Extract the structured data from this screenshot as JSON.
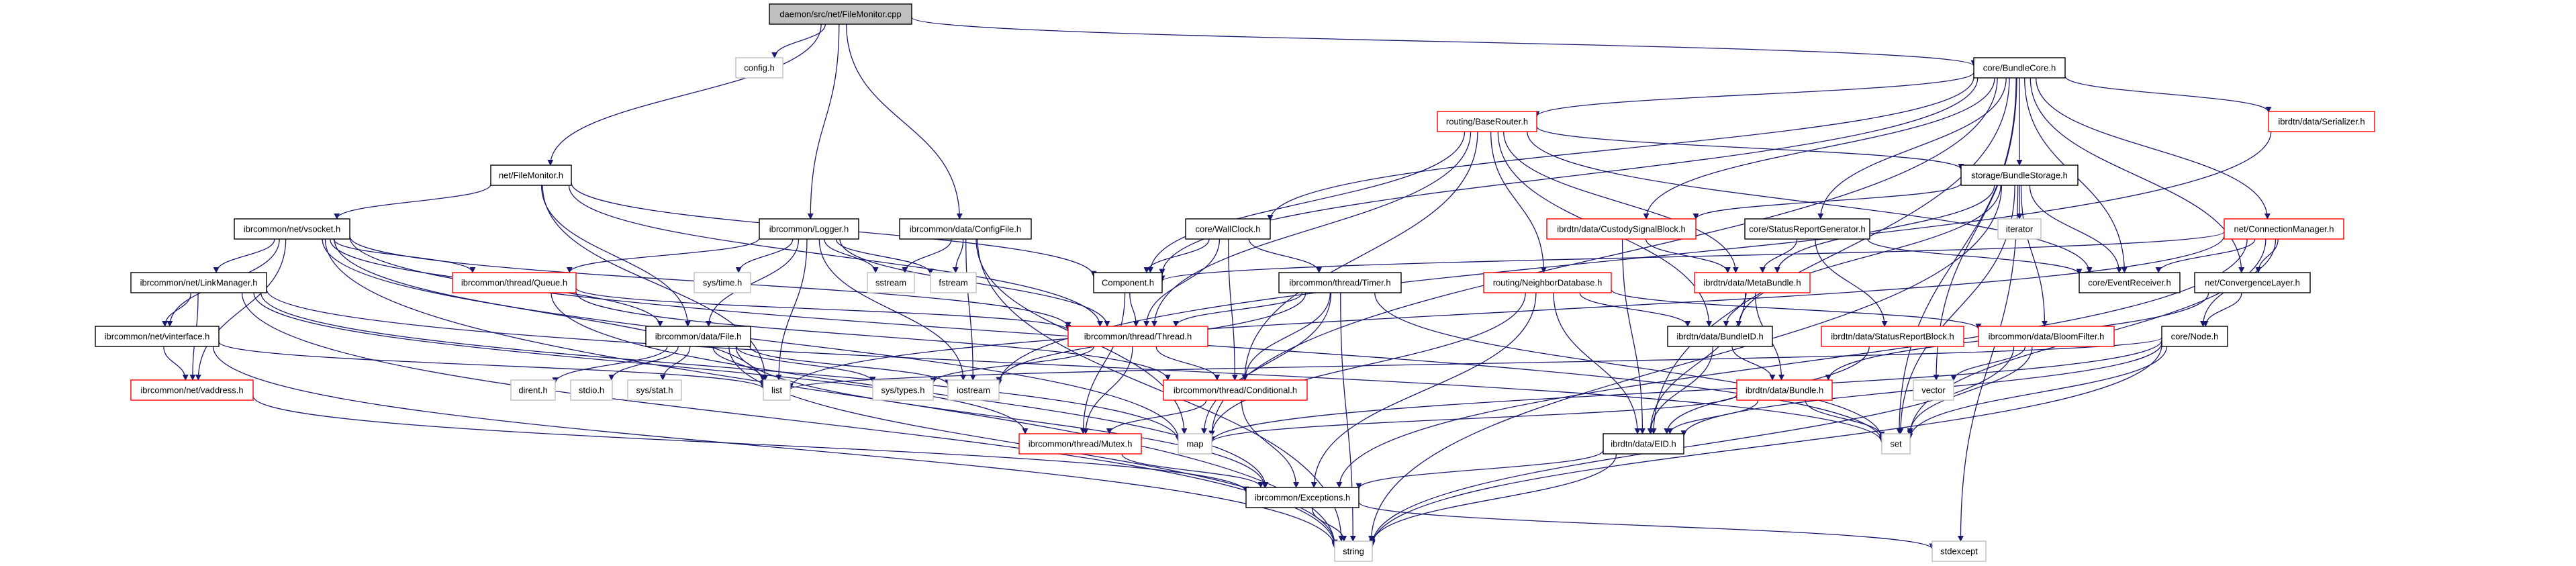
{
  "graph": {
    "title": "daemon/src/net/FileMonitor.cpp",
    "kind": "include-dependency-graph",
    "colors": {
      "edge": "#191970",
      "root_fill": "#bfbfbf",
      "root_border": "#000000",
      "documented_border": "#000000",
      "truncated_border": "#ff0000",
      "system_border": "#bfbfbf",
      "node_fill": "#ffffff"
    },
    "nodes": [
      {
        "id": "root",
        "label": "daemon/src/net/FileMonitor.cpp",
        "type": "root"
      },
      {
        "id": "config",
        "label": "config.h",
        "type": "system"
      },
      {
        "id": "filemonitor_h",
        "label": "net/FileMonitor.h",
        "type": "documented"
      },
      {
        "id": "vsocket",
        "label": "ibrcommon/net/vsocket.h",
        "type": "documented"
      },
      {
        "id": "linkmanager",
        "label": "ibrcommon/net/LinkManager.h",
        "type": "documented"
      },
      {
        "id": "vinterface",
        "label": "ibrcommon/net/vinterface.h",
        "type": "documented"
      },
      {
        "id": "vaddress",
        "label": "ibrcommon/net/vaddress.h",
        "type": "truncated"
      },
      {
        "id": "queue",
        "label": "ibrcommon/thread/Queue.h",
        "type": "truncated"
      },
      {
        "id": "logger",
        "label": "ibrcommon/Logger.h",
        "type": "documented"
      },
      {
        "id": "configfile",
        "label": "ibrcommon/data/ConfigFile.h",
        "type": "documented"
      },
      {
        "id": "systime",
        "label": "sys/time.h",
        "type": "system"
      },
      {
        "id": "sstream",
        "label": "sstream",
        "type": "system"
      },
      {
        "id": "fstream",
        "label": "fstream",
        "type": "system"
      },
      {
        "id": "file",
        "label": "ibrcommon/data/File.h",
        "type": "documented"
      },
      {
        "id": "dirent",
        "label": "dirent.h",
        "type": "system"
      },
      {
        "id": "stdio",
        "label": "stdio.h",
        "type": "system"
      },
      {
        "id": "sysstat",
        "label": "sys/stat.h",
        "type": "system"
      },
      {
        "id": "list",
        "label": "list",
        "type": "system"
      },
      {
        "id": "systypes",
        "label": "sys/types.h",
        "type": "system"
      },
      {
        "id": "iostream",
        "label": "iostream",
        "type": "system"
      },
      {
        "id": "component",
        "label": "Component.h",
        "type": "documented"
      },
      {
        "id": "thread",
        "label": "ibrcommon/thread/Thread.h",
        "type": "truncated"
      },
      {
        "id": "conditional",
        "label": "ibrcommon/thread/Conditional.h",
        "type": "truncated"
      },
      {
        "id": "mutex",
        "label": "ibrcommon/thread/Mutex.h",
        "type": "truncated"
      },
      {
        "id": "map",
        "label": "map",
        "type": "system"
      },
      {
        "id": "exceptions",
        "label": "ibrcommon/Exceptions.h",
        "type": "documented"
      },
      {
        "id": "string",
        "label": "string",
        "type": "system"
      },
      {
        "id": "wallclock",
        "label": "core/WallClock.h",
        "type": "documented"
      },
      {
        "id": "timer",
        "label": "ibrcommon/thread/Timer.h",
        "type": "documented"
      },
      {
        "id": "baserouter",
        "label": "routing/BaseRouter.h",
        "type": "truncated"
      },
      {
        "id": "neighbordb",
        "label": "routing/NeighborDatabase.h",
        "type": "truncated"
      },
      {
        "id": "custody",
        "label": "ibrdtn/data/CustodySignalBlock.h",
        "type": "truncated"
      },
      {
        "id": "bundlecore",
        "label": "core/BundleCore.h",
        "type": "documented"
      },
      {
        "id": "bundlestorage",
        "label": "storage/BundleStorage.h",
        "type": "documented"
      },
      {
        "id": "serializer",
        "label": "ibrdtn/data/Serializer.h",
        "type": "truncated"
      },
      {
        "id": "connmanager",
        "label": "net/ConnectionManager.h",
        "type": "truncated"
      },
      {
        "id": "statusgen",
        "label": "core/StatusReportGenerator.h",
        "type": "documented"
      },
      {
        "id": "iterator",
        "label": "iterator",
        "type": "system"
      },
      {
        "id": "metabundle",
        "label": "ibrdtn/data/MetaBundle.h",
        "type": "truncated"
      },
      {
        "id": "eventreceiver",
        "label": "core/EventReceiver.h",
        "type": "documented"
      },
      {
        "id": "convergence",
        "label": "net/ConvergenceLayer.h",
        "type": "documented"
      },
      {
        "id": "bundleid",
        "label": "ibrdtn/data/BundleID.h",
        "type": "documented"
      },
      {
        "id": "statusblock",
        "label": "ibrdtn/data/StatusReportBlock.h",
        "type": "truncated"
      },
      {
        "id": "bloomfilter",
        "label": "ibrcommon/data/BloomFilter.h",
        "type": "truncated"
      },
      {
        "id": "node",
        "label": "core/Node.h",
        "type": "documented"
      },
      {
        "id": "bundle",
        "label": "ibrdtn/data/Bundle.h",
        "type": "truncated"
      },
      {
        "id": "vector",
        "label": "vector",
        "type": "system"
      },
      {
        "id": "eid",
        "label": "ibrdtn/data/EID.h",
        "type": "documented"
      },
      {
        "id": "set",
        "label": "set",
        "type": "system"
      },
      {
        "id": "stdexcept",
        "label": "stdexcept",
        "type": "system"
      }
    ],
    "edges": [
      [
        "root",
        "config"
      ],
      [
        "root",
        "filemonitor_h"
      ],
      [
        "root",
        "logger"
      ],
      [
        "root",
        "configfile"
      ],
      [
        "root",
        "bundlecore"
      ],
      [
        "filemonitor_h",
        "vsocket"
      ],
      [
        "filemonitor_h",
        "file"
      ],
      [
        "filemonitor_h",
        "thread"
      ],
      [
        "filemonitor_h",
        "component"
      ],
      [
        "filemonitor_h",
        "list"
      ],
      [
        "vsocket",
        "linkmanager"
      ],
      [
        "vsocket",
        "vinterface"
      ],
      [
        "vsocket",
        "vaddress"
      ],
      [
        "vsocket",
        "queue"
      ],
      [
        "vsocket",
        "file"
      ],
      [
        "vsocket",
        "thread"
      ],
      [
        "vsocket",
        "list"
      ],
      [
        "vsocket",
        "map"
      ],
      [
        "vsocket",
        "string"
      ],
      [
        "vsocket",
        "set"
      ],
      [
        "linkmanager",
        "vinterface"
      ],
      [
        "linkmanager",
        "vaddress"
      ],
      [
        "linkmanager",
        "map"
      ],
      [
        "linkmanager",
        "mutex"
      ],
      [
        "linkmanager",
        "set"
      ],
      [
        "linkmanager",
        "string"
      ],
      [
        "vinterface",
        "vaddress"
      ],
      [
        "vinterface",
        "list"
      ],
      [
        "vinterface",
        "string"
      ],
      [
        "vaddress",
        "exceptions"
      ],
      [
        "queue",
        "thread"
      ],
      [
        "queue",
        "conditional"
      ],
      [
        "queue",
        "exceptions"
      ],
      [
        "logger",
        "systime"
      ],
      [
        "logger",
        "sstream"
      ],
      [
        "logger",
        "fstream"
      ],
      [
        "logger",
        "file"
      ],
      [
        "logger",
        "list"
      ],
      [
        "logger",
        "iostream"
      ],
      [
        "logger",
        "queue"
      ],
      [
        "logger",
        "thread"
      ],
      [
        "configfile",
        "sstream"
      ],
      [
        "configfile",
        "fstream"
      ],
      [
        "configfile",
        "iostream"
      ],
      [
        "configfile",
        "map"
      ],
      [
        "configfile",
        "string"
      ],
      [
        "file",
        "dirent"
      ],
      [
        "file",
        "stdio"
      ],
      [
        "file",
        "sysstat"
      ],
      [
        "file",
        "list"
      ],
      [
        "file",
        "systypes"
      ],
      [
        "file",
        "iostream"
      ],
      [
        "file",
        "exceptions"
      ],
      [
        "file",
        "string"
      ],
      [
        "component",
        "thread"
      ],
      [
        "component",
        "mutex"
      ],
      [
        "thread",
        "conditional"
      ],
      [
        "thread",
        "mutex"
      ],
      [
        "thread",
        "systypes"
      ],
      [
        "conditional",
        "mutex"
      ],
      [
        "conditional",
        "exceptions"
      ],
      [
        "mutex",
        "exceptions"
      ],
      [
        "exceptions",
        "string"
      ],
      [
        "exceptions",
        "stdexcept"
      ],
      [
        "wallclock",
        "component"
      ],
      [
        "wallclock",
        "timer"
      ],
      [
        "wallclock",
        "thread"
      ],
      [
        "wallclock",
        "conditional"
      ],
      [
        "timer",
        "thread"
      ],
      [
        "timer",
        "conditional"
      ],
      [
        "timer",
        "map"
      ],
      [
        "timer",
        "string"
      ],
      [
        "timer",
        "iostream"
      ],
      [
        "timer",
        "set"
      ],
      [
        "baserouter",
        "component"
      ],
      [
        "baserouter",
        "thread"
      ],
      [
        "baserouter",
        "neighbordb"
      ],
      [
        "baserouter",
        "bundlestorage"
      ],
      [
        "baserouter",
        "metabundle"
      ],
      [
        "baserouter",
        "bundleid"
      ],
      [
        "baserouter",
        "eventreceiver"
      ],
      [
        "baserouter",
        "conditional"
      ],
      [
        "neighbordb",
        "bundleid"
      ],
      [
        "neighbordb",
        "bloomfilter"
      ],
      [
        "neighbordb",
        "eid"
      ],
      [
        "neighbordb",
        "map"
      ],
      [
        "neighbordb",
        "exceptions"
      ],
      [
        "custody",
        "metabundle"
      ],
      [
        "custody",
        "eid"
      ],
      [
        "bundlecore",
        "baserouter"
      ],
      [
        "bundlecore",
        "wallclock"
      ],
      [
        "bundlecore",
        "component"
      ],
      [
        "bundlecore",
        "bundlestorage"
      ],
      [
        "bundlecore",
        "serializer"
      ],
      [
        "bundlecore",
        "connmanager"
      ],
      [
        "bundlecore",
        "statusgen"
      ],
      [
        "bundlecore",
        "custody"
      ],
      [
        "bundlecore",
        "eventreceiver"
      ],
      [
        "bundlecore",
        "convergence"
      ],
      [
        "bundlecore",
        "eid"
      ],
      [
        "bundlecore",
        "vector"
      ],
      [
        "bundlecore",
        "set"
      ],
      [
        "bundlecore",
        "map"
      ],
      [
        "bundlestorage",
        "custody"
      ],
      [
        "bundlestorage",
        "metabundle"
      ],
      [
        "bundlestorage",
        "iterator"
      ],
      [
        "bundlestorage",
        "bundleid"
      ],
      [
        "bundlestorage",
        "bloomfilter"
      ],
      [
        "bundlestorage",
        "eventreceiver"
      ],
      [
        "bundlestorage",
        "set"
      ],
      [
        "bundlestorage",
        "string"
      ],
      [
        "bundlestorage",
        "stdexcept"
      ],
      [
        "serializer",
        "iostream"
      ],
      [
        "connmanager",
        "component"
      ],
      [
        "connmanager",
        "convergence"
      ],
      [
        "connmanager",
        "eventreceiver"
      ],
      [
        "connmanager",
        "node"
      ],
      [
        "connmanager",
        "set"
      ],
      [
        "connmanager",
        "exceptions"
      ],
      [
        "connmanager",
        "list"
      ],
      [
        "statusgen",
        "metabundle"
      ],
      [
        "statusgen",
        "eventreceiver"
      ],
      [
        "statusgen",
        "statusblock"
      ],
      [
        "metabundle",
        "bundleid"
      ],
      [
        "metabundle",
        "bundle"
      ],
      [
        "metabundle",
        "eid"
      ],
      [
        "convergence",
        "node"
      ],
      [
        "convergence",
        "bundle"
      ],
      [
        "bundleid",
        "bundle"
      ],
      [
        "bundleid",
        "eid"
      ],
      [
        "statusblock",
        "eid"
      ],
      [
        "bloomfilter",
        "vector"
      ],
      [
        "bloomfilter",
        "set"
      ],
      [
        "bloomfilter",
        "string"
      ],
      [
        "node",
        "list"
      ],
      [
        "node",
        "eid"
      ],
      [
        "node",
        "set"
      ],
      [
        "node",
        "string"
      ],
      [
        "node",
        "map"
      ],
      [
        "bundle",
        "eid"
      ],
      [
        "bundle",
        "set"
      ],
      [
        "bundle",
        "map"
      ],
      [
        "eid",
        "exceptions"
      ],
      [
        "eid",
        "string"
      ]
    ]
  }
}
